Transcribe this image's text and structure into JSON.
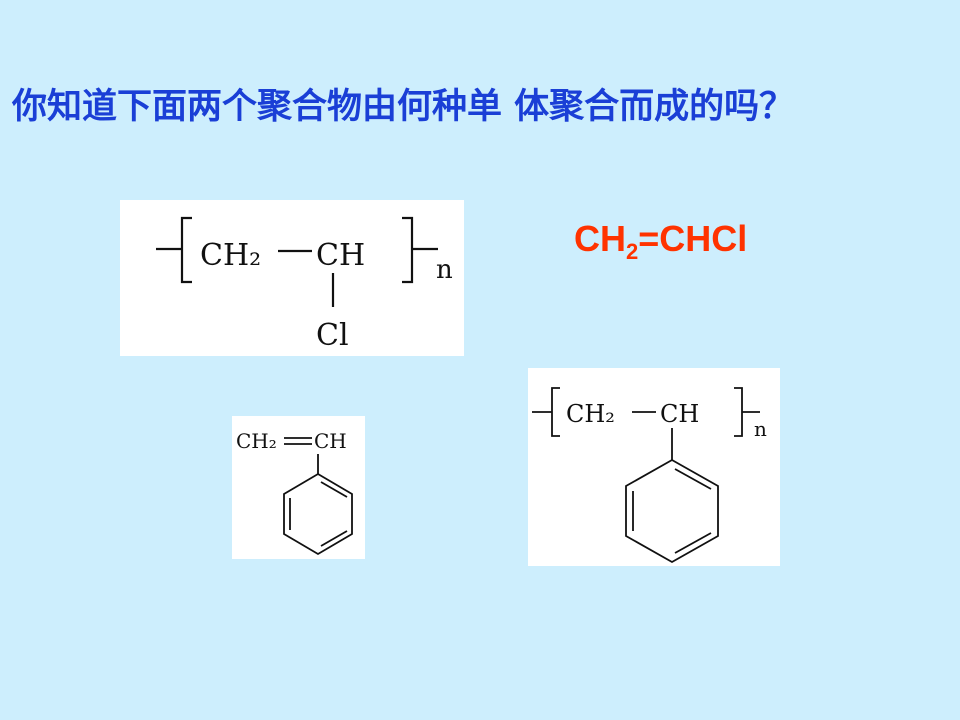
{
  "slide": {
    "title": "你知道下面两个聚合物由何种单 体聚合而成的吗？",
    "monomer_formula": {
      "part1": "CH",
      "sub": "2",
      "part2": "=CHCl"
    }
  },
  "structures": {
    "pvc": {
      "ch2": "CH₂",
      "ch": "CH",
      "substituent": "Cl",
      "repeat": "n"
    },
    "styrene": {
      "ch2": "CH₂",
      "ch": "CH"
    },
    "polystyrene": {
      "ch2": "CH₂",
      "ch": "CH",
      "repeat": "n"
    }
  },
  "colors": {
    "background": "#cdeefd",
    "title": "#1a3fd6",
    "formula": "#ff3300"
  }
}
